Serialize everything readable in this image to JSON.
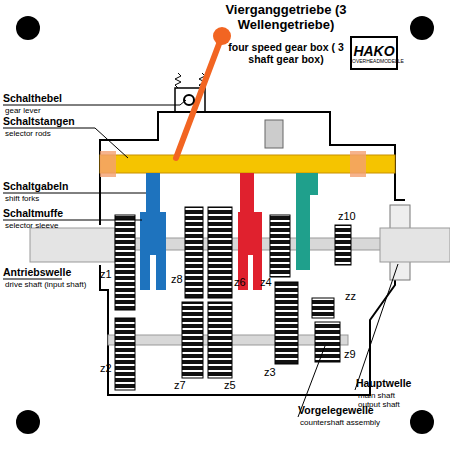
{
  "diagram": {
    "title": "Vierganggetriebe (3 Wellengetriebe)",
    "nodes": [
      {
        "text": [
          "HAKO",
          "OVERHEADMODELLE"
        ]
      }
    ],
    "labels": [
      "four speed gear box ( 3 shaft gear box)",
      "Schalthebel",
      "gear lever",
      "Schaltstangen",
      "selector rods",
      "Schaltgabeln",
      "shift forks",
      "Schaltmuffe",
      "selector sleeve",
      "Antriebswelle",
      "drive shaft (input shaft)",
      "Hauptwelle",
      "main shaft output shaft",
      "Vorgelegewelle",
      "countershaft assembly",
      "z1",
      "z2",
      "z8",
      "z7",
      "z5",
      "z6",
      "z4",
      "z3",
      "z10",
      "zz",
      "z9"
    ]
  }
}
